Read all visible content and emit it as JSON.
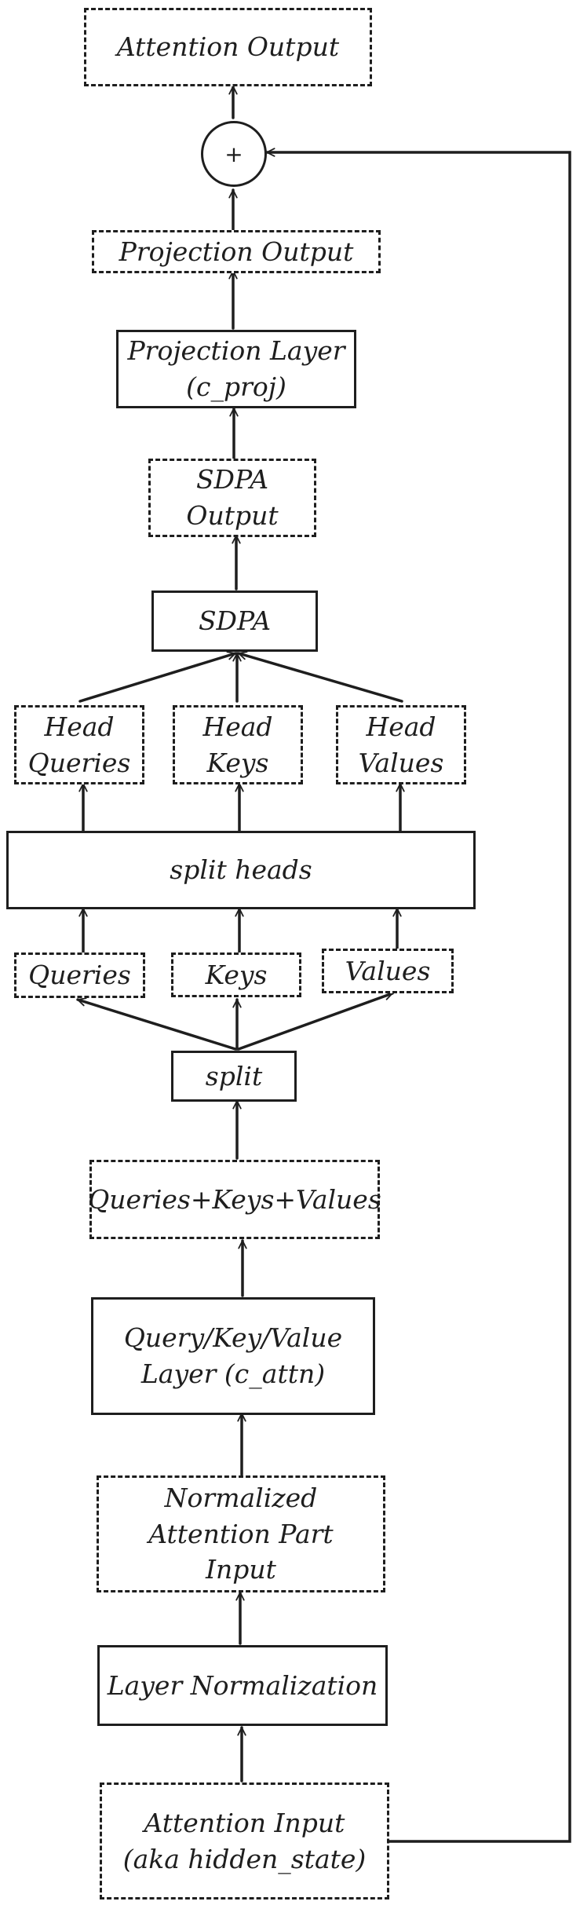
{
  "diagram": {
    "nodes": {
      "attention_output": "Attention Output",
      "add_op": "+",
      "projection_output": "Projection Output",
      "projection_layer": "Projection Layer\n(c_proj)",
      "sdpa_output": "SDPA\nOutput",
      "sdpa": "SDPA",
      "head_queries": "Head\nQueries",
      "head_keys": "Head\nKeys",
      "head_values": "Head\nValues",
      "split_heads": "split heads",
      "queries": "Queries",
      "keys": "Keys",
      "values": "Values",
      "split": "split",
      "qkv": "Queries+Keys+Values",
      "qkv_layer": "Query/Key/Value\nLayer (c_attn)",
      "normalized_input": "Normalized\nAttention Part\nInput",
      "layer_norm": "Layer Normalization",
      "attention_input": "Attention Input\n(aka hidden_state)"
    }
  }
}
